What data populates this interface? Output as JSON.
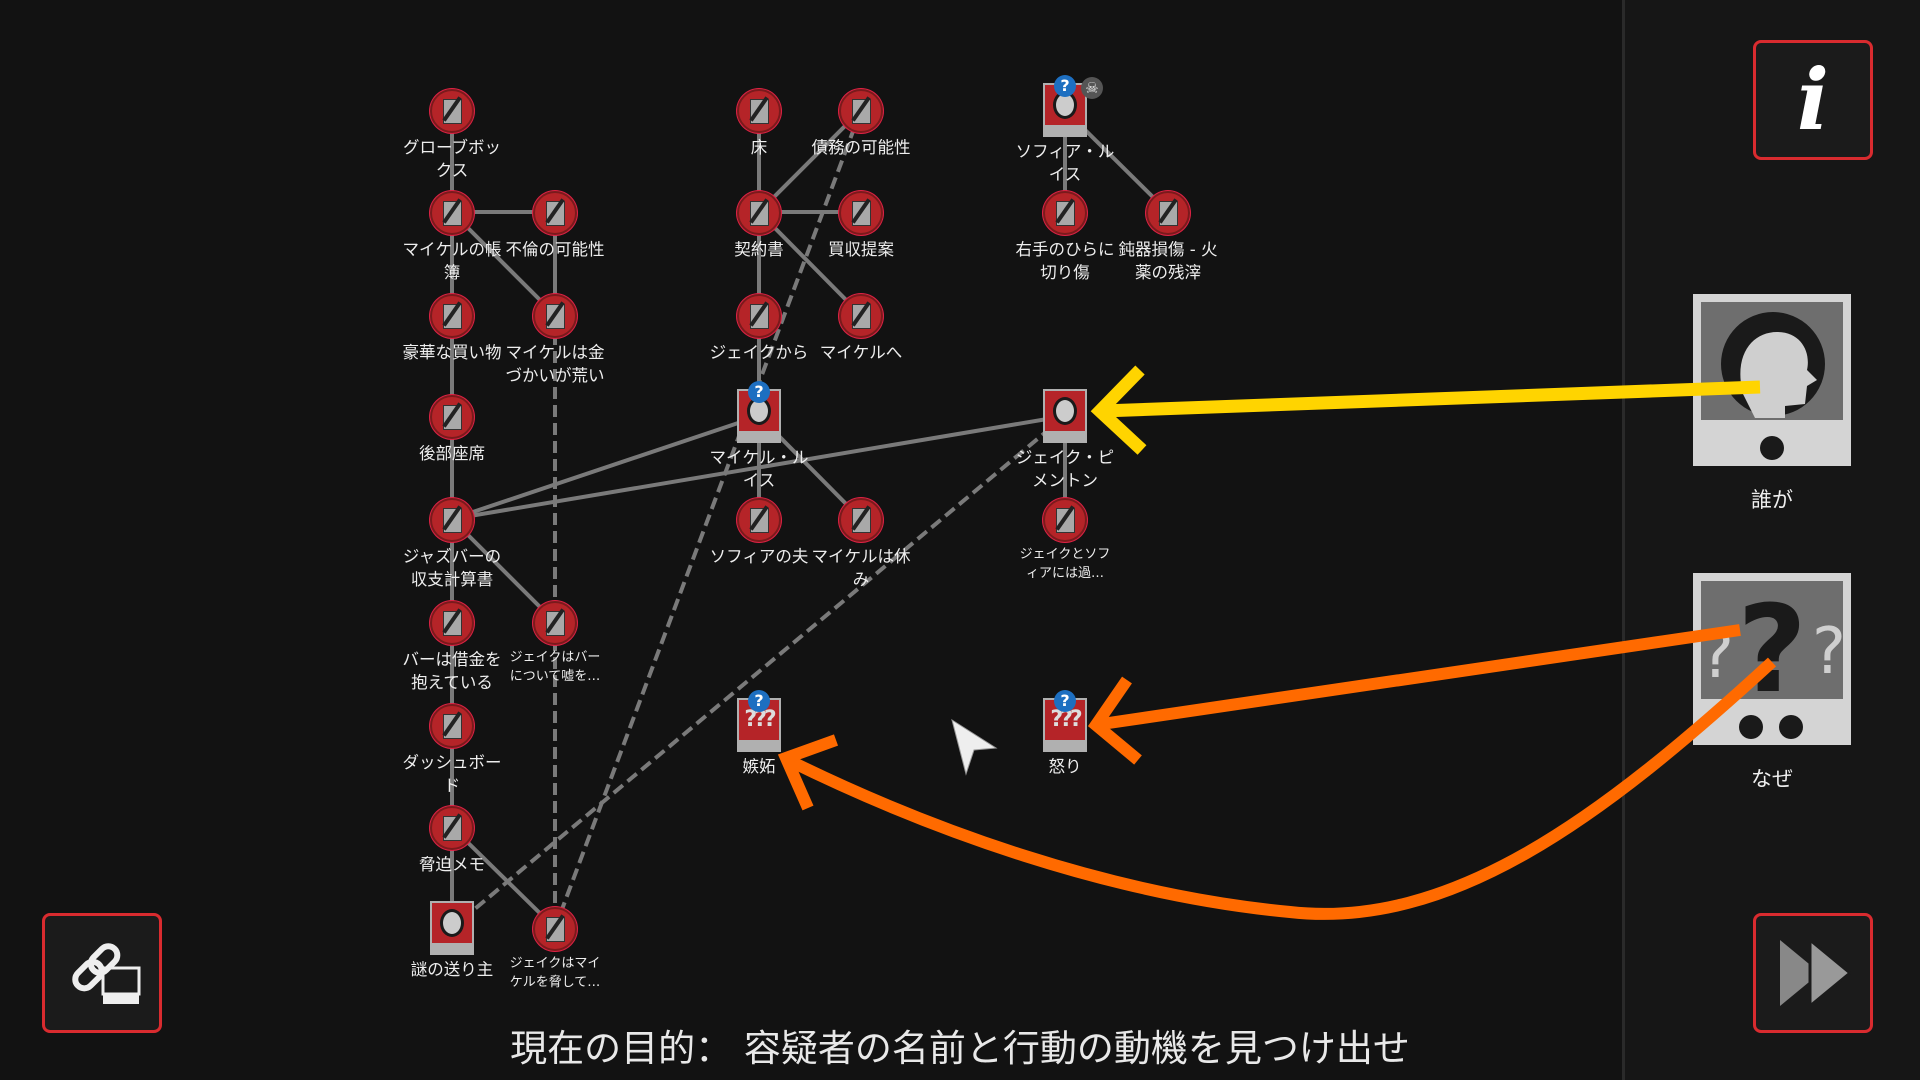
{
  "nodes": {
    "glovebox": {
      "label": "グローブボックス",
      "type": "note"
    },
    "michael_ledger": {
      "label": "マイケルの帳簿",
      "type": "note"
    },
    "affair": {
      "label": "不倫の可能性",
      "type": "note"
    },
    "luxury": {
      "label": "豪華な買い物",
      "type": "note"
    },
    "spending": {
      "label": "マイケルは金づかいが荒い",
      "type": "note"
    },
    "backseat": {
      "label": "後部座席",
      "type": "note"
    },
    "jazzbar": {
      "label": "ジャズバーの収支計算書",
      "type": "note"
    },
    "bar_debt": {
      "label": "バーは借金を抱えている",
      "type": "note"
    },
    "jake_lied": {
      "label": "ジェイクはバーについて嘘を…",
      "type": "note"
    },
    "dashboard": {
      "label": "ダッシュボード",
      "type": "note"
    },
    "threat_memo": {
      "label": "脅迫メモ",
      "type": "note"
    },
    "sender": {
      "label": "謎の送り主",
      "type": "person"
    },
    "jake_threat": {
      "label": "ジェイクはマイケルを脅して…",
      "type": "note"
    },
    "floor": {
      "label": "床",
      "type": "note"
    },
    "debt": {
      "label": "債務の可能性",
      "type": "note"
    },
    "contract": {
      "label": "契約書",
      "type": "note"
    },
    "buyout": {
      "label": "買収提案",
      "type": "note"
    },
    "from_jake": {
      "label": "ジェイクから",
      "type": "note"
    },
    "to_michael": {
      "label": "マイケルへ",
      "type": "note"
    },
    "michael": {
      "label": "マイケル・ルイス",
      "type": "person",
      "badge": "?"
    },
    "sofia_husband": {
      "label": "ソフィアの夫",
      "type": "note"
    },
    "michael_off": {
      "label": "マイケルは休み",
      "type": "note"
    },
    "jealousy": {
      "label": "嫉妬",
      "type": "motive",
      "badge": "?"
    },
    "sofia": {
      "label": "ソフィア・ルイス",
      "type": "person",
      "badge": "?",
      "skull": "☠"
    },
    "cut": {
      "label": "右手のひらに切り傷",
      "type": "note"
    },
    "blunt": {
      "label": "鈍器損傷 - 火薬の残滓",
      "type": "note"
    },
    "jake": {
      "label": "ジェイク・ピメントン",
      "type": "person"
    },
    "jake_sofia": {
      "label": "ジェイクとソフィアには過…",
      "type": "note"
    },
    "anger": {
      "label": "怒り",
      "type": "motive",
      "badge": "?"
    }
  },
  "sidebar": {
    "info_icon": "i",
    "who_label": "誰が",
    "why_label": "なぜ"
  },
  "objective": "現在の目的： 容疑者の名前と行動の動機を見つけ出せ",
  "colors": {
    "accent_red": "#d92b2f",
    "yellow_arrow": "#ffd400",
    "orange_arrow": "#ff6a00",
    "badge_blue": "#1d6fc1"
  }
}
